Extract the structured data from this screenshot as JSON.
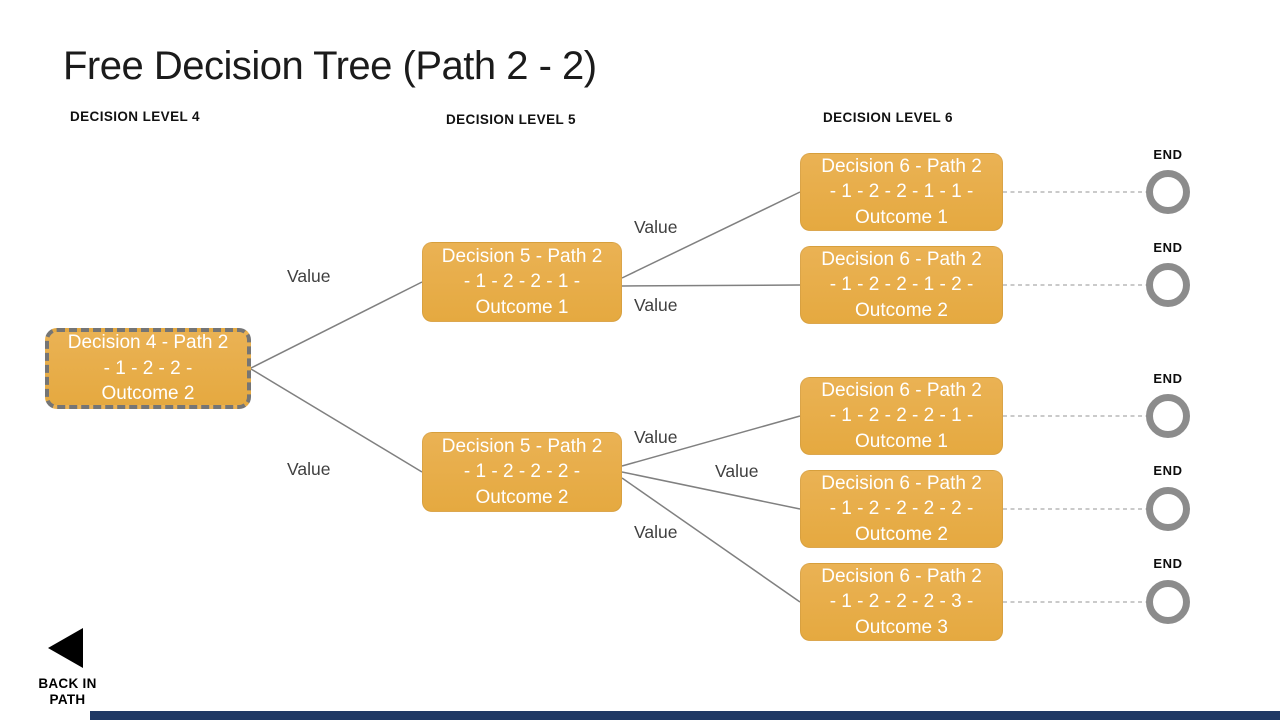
{
  "title": "Free Decision Tree (Path 2 - 2)",
  "columns": [
    {
      "label": "DECISION LEVEL 4"
    },
    {
      "label": "DECISION LEVEL 5"
    },
    {
      "label": "DECISION LEVEL 6"
    }
  ],
  "nodes": {
    "level4": [
      {
        "label": "Decision 4 - Path 2 - 1 - 2 - 2 - Outcome 2",
        "lines": [
          "Decision 4 - Path 2",
          "- 1 - 2 - 2 -",
          "Outcome 2"
        ],
        "selected": true
      }
    ],
    "level5": [
      {
        "label": "Decision 5 - Path 2 - 1 - 2 - 2 - 1 - Outcome 1",
        "lines": [
          "Decision 5 - Path 2",
          "- 1 - 2 - 2 - 1 -",
          "Outcome 1"
        ]
      },
      {
        "label": "Decision 5 - Path 2 - 1 - 2 - 2 - 2 - Outcome 2",
        "lines": [
          "Decision 5 - Path 2",
          "- 1 - 2 - 2 - 2 -",
          "Outcome 2"
        ]
      }
    ],
    "level6": [
      {
        "label": "Decision 6 - Path 2 - 1 - 2 - 2 - 1 - 1 - Outcome 1",
        "lines": [
          "Decision 6 - Path 2",
          "- 1 - 2 - 2 - 1 - 1 -",
          "Outcome 1"
        ]
      },
      {
        "label": "Decision 6 - Path 2 - 1 - 2 - 2 - 1 - 2 - Outcome 2",
        "lines": [
          "Decision 6 - Path 2",
          "- 1 - 2 - 2 - 1 - 2 -",
          "Outcome 2"
        ]
      },
      {
        "label": "Decision 6 - Path 2 - 1 - 2 - 2 - 2 - 1 - Outcome 1",
        "lines": [
          "Decision 6 - Path 2",
          "- 1 - 2 - 2 - 2 - 1 -",
          "Outcome 1"
        ]
      },
      {
        "label": "Decision 6 - Path 2 - 1 - 2 - 2 - 2 - 2 - Outcome 2",
        "lines": [
          "Decision 6 - Path 2",
          "- 1 - 2 - 2 - 2 - 2 -",
          "Outcome 2"
        ]
      },
      {
        "label": "Decision 6 - Path 2 - 1 - 2 - 2 - 2 - 3 - Outcome 3",
        "lines": [
          "Decision 6 - Path 2",
          "- 1 - 2 - 2 - 2 - 3 -",
          "Outcome 3"
        ]
      }
    ]
  },
  "edges": [
    {
      "label": "Value"
    },
    {
      "label": "Value"
    },
    {
      "label": "Value"
    },
    {
      "label": "Value"
    },
    {
      "label": "Value"
    },
    {
      "label": "Value"
    },
    {
      "label": "Value"
    }
  ],
  "end_markers": [
    {
      "label": "END"
    },
    {
      "label": "END"
    },
    {
      "label": "END"
    },
    {
      "label": "END"
    },
    {
      "label": "END"
    }
  ],
  "back_button": {
    "label": "BACK IN PATH",
    "lines": [
      "BACK IN",
      "PATH"
    ]
  },
  "colors": {
    "node_fill": "#E8AE49",
    "node_text": "#FFFFFF",
    "selected_dash_border": "#757575",
    "connector_line": "#808080",
    "dashed_connector": "#ABABAB",
    "end_ring": "#8C8C8C",
    "footer_bar": "#1F3864"
  }
}
